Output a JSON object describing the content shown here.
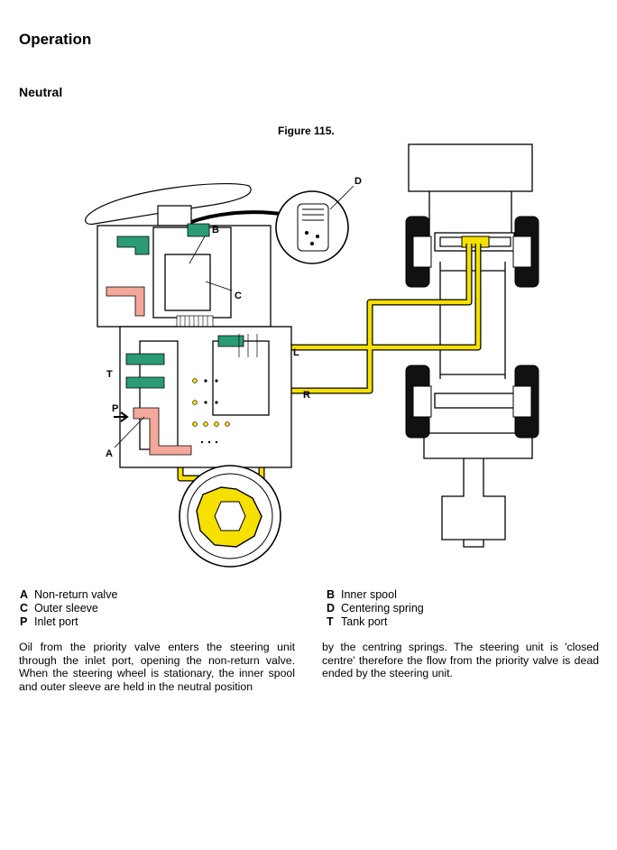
{
  "heading": "Operation",
  "subheading": "Neutral",
  "figure": {
    "caption": "Figure 115.",
    "callouts": {
      "A": "A",
      "B": "B",
      "C": "C",
      "D": "D",
      "L": "L",
      "R": "R",
      "T": "T",
      "P": "P"
    }
  },
  "legend": {
    "left": [
      {
        "key": "A",
        "text": "Non-return valve"
      },
      {
        "key": "C",
        "text": "Outer sleeve"
      },
      {
        "key": "P",
        "text": "Inlet port"
      }
    ],
    "right": [
      {
        "key": "B",
        "text": "Inner spool"
      },
      {
        "key": "D",
        "text": "Centering spring"
      },
      {
        "key": "T",
        "text": "Tank port"
      }
    ]
  },
  "body": {
    "col1": "Oil from the priority valve enters the steering unit through the inlet port, opening the non-return valve. When the steering wheel is stationary, the inner spool and outer sleeve are held in the neutral position",
    "col2": "by the centring springs. The steering unit is 'closed centre' therefore the flow from the priority valve is dead ended by the steering unit."
  },
  "colors": {
    "pressure_oil": "#f5e000",
    "tank_oil": "#2a9a77",
    "inlet_oil": "#f3a89a"
  }
}
